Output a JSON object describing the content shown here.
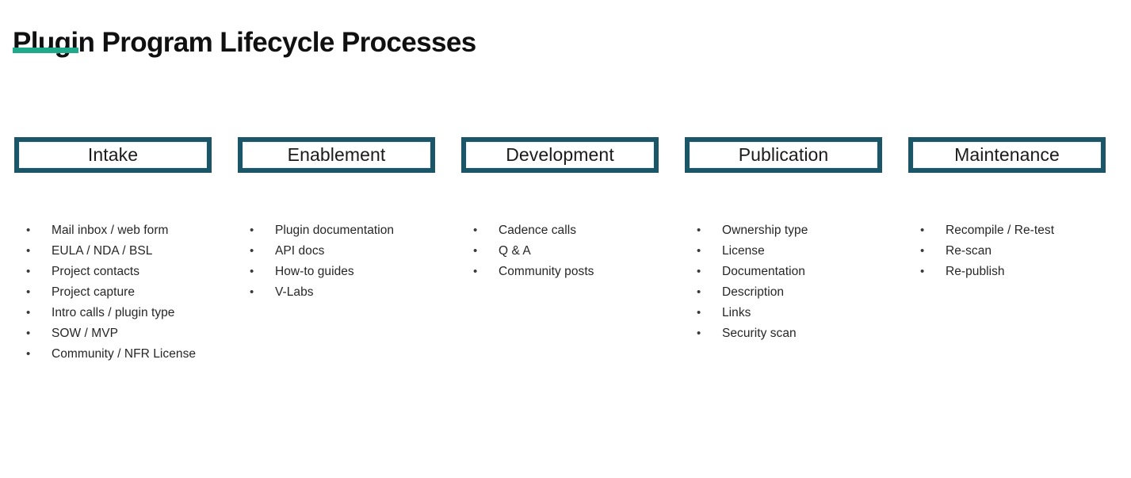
{
  "slide": {
    "title": "Plugin Program Lifecycle Processes",
    "accent_color": "#1faa8c",
    "box_border_color": "#1a5568",
    "background_color": "#ffffff",
    "bullet_glyph": "•"
  },
  "phases": [
    {
      "label": "Intake",
      "items": [
        "Mail inbox / web form",
        "EULA / NDA / BSL",
        "Project contacts",
        "Project capture",
        "Intro calls / plugin type",
        "SOW / MVP",
        "Community / NFR License"
      ]
    },
    {
      "label": "Enablement",
      "items": [
        "Plugin documentation",
        "API docs",
        "How-to guides",
        "V-Labs"
      ]
    },
    {
      "label": "Development",
      "items": [
        "Cadence calls",
        "Q & A",
        "Community posts"
      ]
    },
    {
      "label": "Publication",
      "items": [
        "Ownership type",
        "License",
        "Documentation",
        "Description",
        "Links",
        "Security scan"
      ]
    },
    {
      "label": "Maintenance",
      "items": [
        "Recompile / Re-test",
        "Re-scan",
        "Re-publish"
      ]
    }
  ]
}
